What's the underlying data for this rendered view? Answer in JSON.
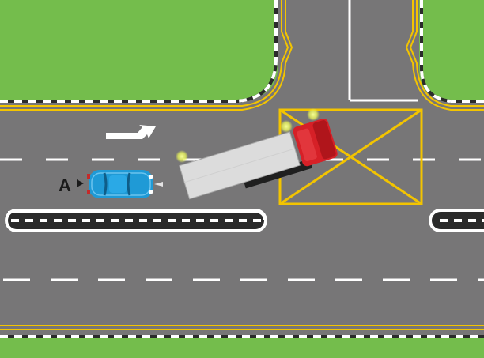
{
  "scene": {
    "car_label": "A",
    "colors": {
      "grass": "#74bd4c",
      "road": "#777677",
      "lane_white": "#ffffff",
      "line_yellow": "#f3c400",
      "curb_dark": "#2b2b2b",
      "car_blue": "#1f9ad6",
      "truck_cab_red": "#d62027",
      "truck_trailer": "#dcdcdc",
      "hazard_light": "#e7f25a"
    },
    "icons": {
      "turn_arrow": "right-turn-arrow",
      "label_pointer": "triangle-right"
    }
  }
}
